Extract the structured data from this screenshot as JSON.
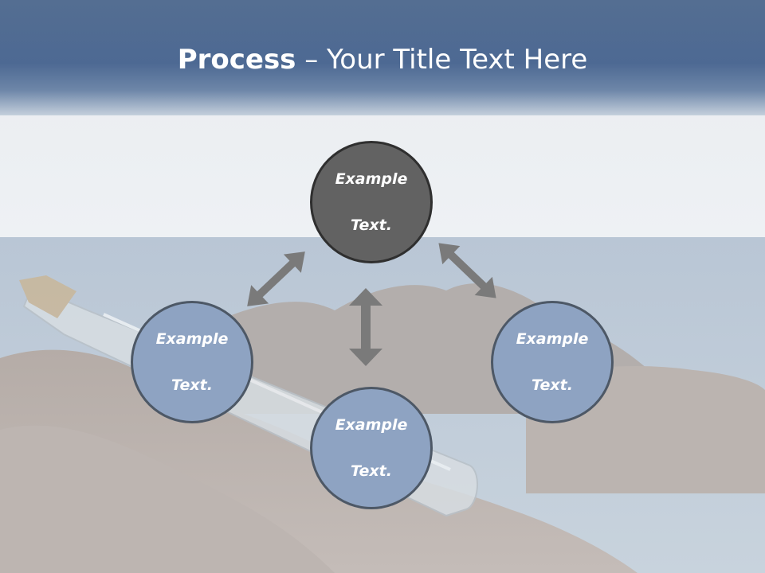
{
  "slide": {
    "title_bold": "Process",
    "title_rest": " – Your Title Text Here"
  },
  "nodes": {
    "top": {
      "line1": "Example",
      "line2": "Text."
    },
    "left": {
      "line1": "Example",
      "line2": "Text."
    },
    "right": {
      "line1": "Example",
      "line2": "Text."
    },
    "bottom": {
      "line1": "Example",
      "line2": "Text."
    }
  },
  "colors": {
    "header": "#4d6993",
    "node_dark": "#626262",
    "node_blue": "#8ea3c2",
    "arrow": "#7a7a7a"
  }
}
